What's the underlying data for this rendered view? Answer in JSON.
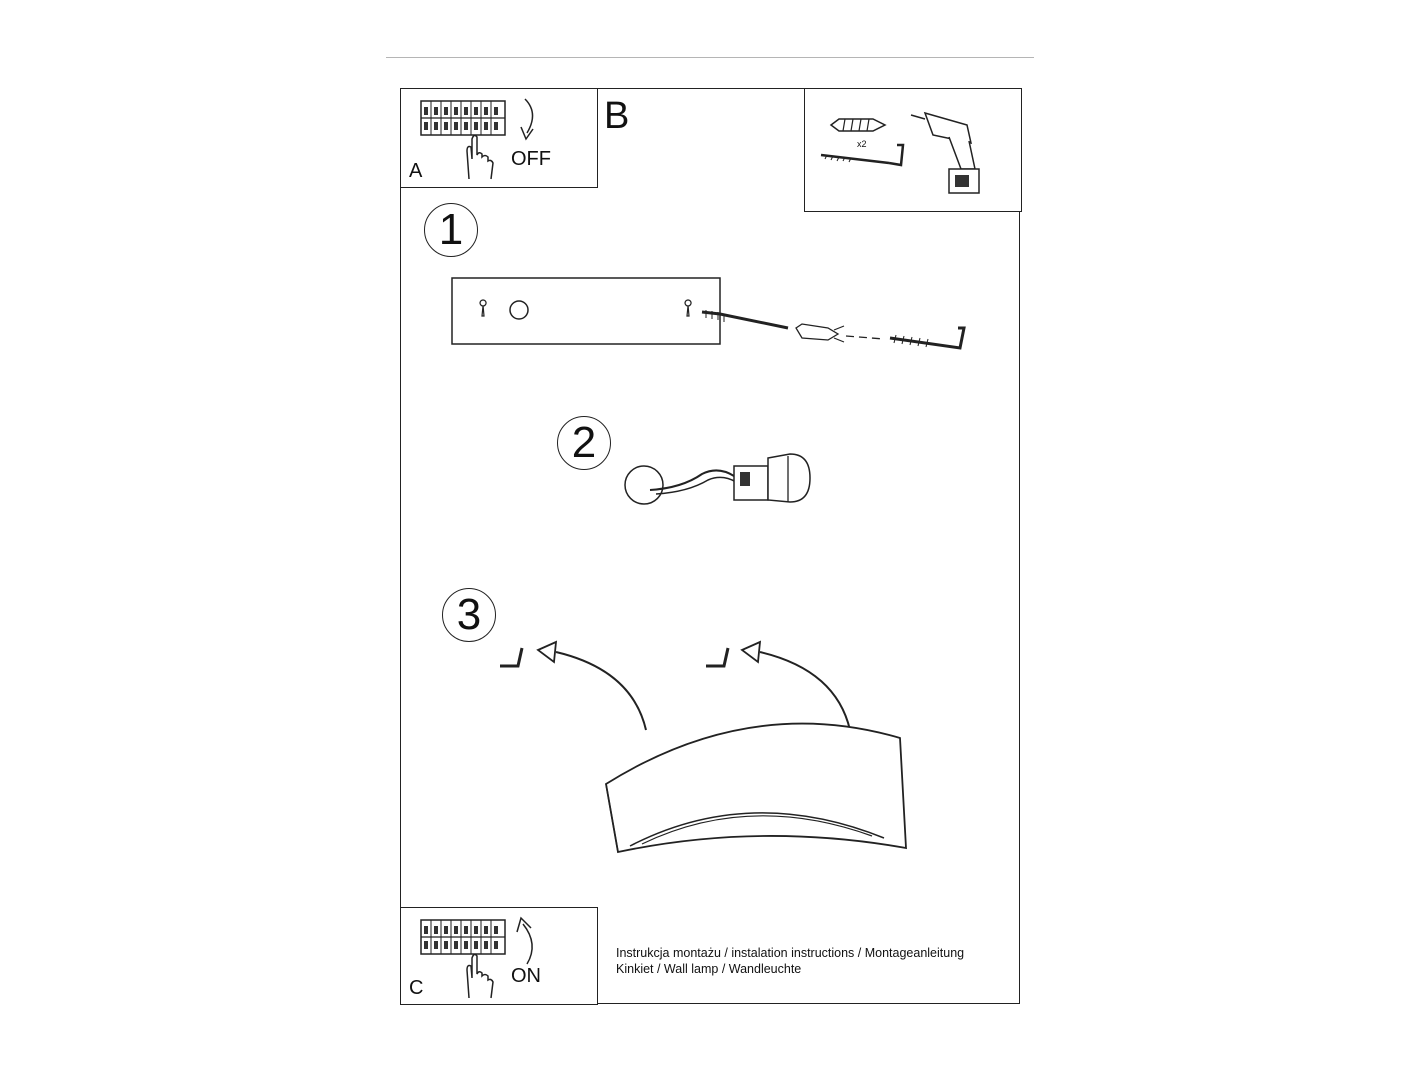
{
  "panels": {
    "a": {
      "letter": "A",
      "switch_text": "OFF"
    },
    "b": {
      "letter": "B",
      "quantity": "x2"
    },
    "c": {
      "letter": "C",
      "switch_text": "ON"
    }
  },
  "steps": [
    {
      "number": "1"
    },
    {
      "number": "2"
    },
    {
      "number": "3"
    }
  ],
  "caption": {
    "line1": "Instrukcja montażu / instalation instructions / Montageanleitung",
    "line2": "Kinkiet / Wall lamp / Wandleuchte"
  }
}
